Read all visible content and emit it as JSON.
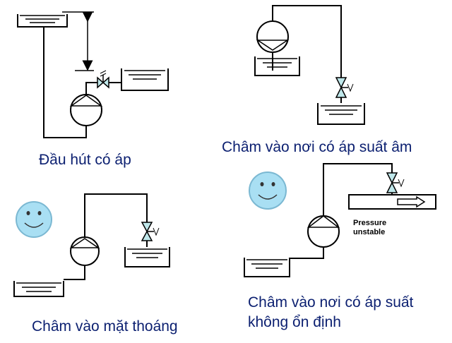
{
  "captions": {
    "suction_pressure": "Đầu hút có áp",
    "negative_pressure": "Châm vào nơi có áp suất âm",
    "open_surface": "Châm vào mặt thoáng",
    "unstable_line1": "Châm vào nơi có áp suất",
    "unstable_line2": "không ổn định"
  },
  "note": {
    "line1": "Pressure",
    "line2": "unstable"
  },
  "icons": {
    "pump": "pump-icon",
    "valve": "valve-icon",
    "tank": "tank-icon",
    "smiley": "smiley-face-icon",
    "flow_arrow": "flow-arrow-icon"
  },
  "colors": {
    "caption_text": "#0b1f70",
    "pipe_stroke": "#000000",
    "valve_fill": "#bfe7ea",
    "smiley_fill": "#a9dff3",
    "smiley_stroke": "#7bb8d2"
  }
}
